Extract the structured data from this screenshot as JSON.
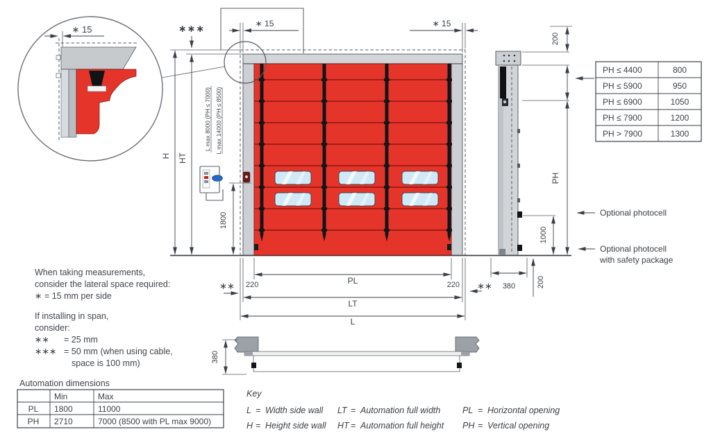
{
  "detail": {
    "dim15": "∗ 15"
  },
  "front": {
    "dim15_left": "∗ 15",
    "dim15_right": "∗ 15",
    "stars3": "∗∗∗",
    "stars2_left": "∗∗",
    "stars2_right": "∗∗",
    "h": "H",
    "ht": "HT",
    "lmax1": "L max 8000 (PH ≤ 7000)",
    "lmax2": "L max 14000 (PH ≤ 8500)",
    "dim1800": "1800",
    "d220l": "220",
    "d220r": "220",
    "pl": "PL",
    "lt": "LT",
    "l": "L"
  },
  "side": {
    "d200top": "200",
    "ph": "PH",
    "d1000": "1000",
    "d380": "380",
    "d200bottom": "200",
    "photocell": "Optional photocell",
    "photocell_safety1": "Optional photocell",
    "photocell_safety2": "with safety package"
  },
  "plan": {
    "d380": "380"
  },
  "ph_table": {
    "rows": [
      {
        "c": "PH ≤ 4400",
        "v": "800"
      },
      {
        "c": "PH ≤ 5900",
        "v": "950"
      },
      {
        "c": "PH ≤ 6900",
        "v": "1050"
      },
      {
        "c": "PH ≤ 7900",
        "v": "1200"
      },
      {
        "c": "PH > 7900",
        "v": "1300"
      }
    ]
  },
  "notes1": {
    "l1": "When taking measurements,",
    "l2": "consider the lateral space required:",
    "l3": "∗ = 15 mm per side"
  },
  "notes2": {
    "l1": "If installing in span,",
    "l2": "consider:",
    "m1": "∗∗",
    "d1": "= 25 mm",
    "m2": "∗∗∗",
    "d2": "= 50 mm (when using cable,",
    "d3": "space is 100 mm)"
  },
  "automation_table": {
    "title": "Automation dimensions",
    "h_min": "Min",
    "h_max": "Max",
    "rows": [
      {
        "name": "PL",
        "min": "1800",
        "max": "11000"
      },
      {
        "name": "PH",
        "min": "2710",
        "max": "7000 (8500 with PL max 9000)"
      }
    ]
  },
  "key": {
    "title": "Key",
    "eq": "=",
    "entries": [
      {
        "abbr": "L",
        "desc": "Width side wall"
      },
      {
        "abbr": "H",
        "desc": "Height side wall"
      },
      {
        "abbr": "LT",
        "desc": "Automation full width"
      },
      {
        "abbr": "HT",
        "desc": "Automation full height"
      },
      {
        "abbr": "PL",
        "desc": "Horizontal opening"
      },
      {
        "abbr": "PH",
        "desc": "Vertical opening"
      }
    ]
  },
  "colors": {
    "door_red": "#e5352b",
    "fold_red": "#a21d15",
    "frame_gray": "#ccd0d4",
    "line": "#3b4046",
    "window_blue": "#cfe9f8",
    "knob_blue": "#2469c4"
  }
}
